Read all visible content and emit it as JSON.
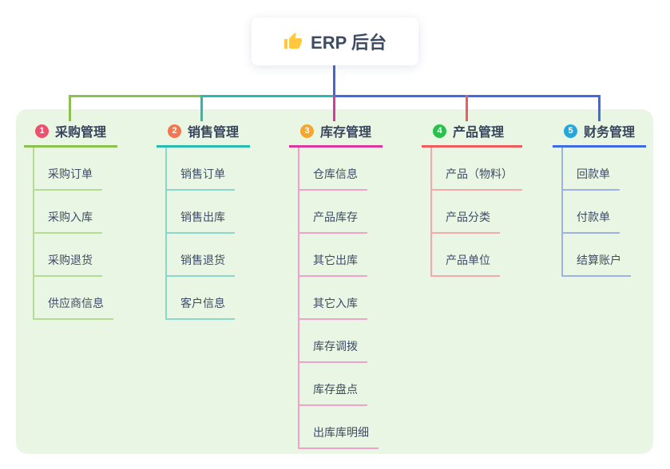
{
  "root": {
    "title": "ERP 后台",
    "icon": "thumbs-up-icon",
    "icon_color": "#FFC83D",
    "text_color": "#3d4c63"
  },
  "panel": {
    "background": "#eaf6e4"
  },
  "connector": {
    "root_drop_color": "#4a63d4"
  },
  "branches": [
    {
      "index": "1",
      "title": "采购管理",
      "badge_color": "#f0506e",
      "line_color": "#8cc152",
      "child_line_color": "#b5dc92",
      "children": [
        "采购订单",
        "采购入库",
        "采购退货",
        "供应商信息"
      ]
    },
    {
      "index": "2",
      "title": "销售管理",
      "badge_color": "#f4764f",
      "line_color": "#2bbbad",
      "child_line_color": "#8ad7ce",
      "children": [
        "销售订单",
        "销售出库",
        "销售退货",
        "客户信息"
      ]
    },
    {
      "index": "3",
      "title": "库存管理",
      "badge_color": "#f5a62e",
      "line_color": "#d9399e",
      "child_line_color": "#f2a0cc",
      "children": [
        "仓库信息",
        "产品库存",
        "其它出库",
        "其它入库",
        "库存调拨",
        "库存盘点",
        "出库库明细"
      ]
    },
    {
      "index": "4",
      "title": "产品管理",
      "badge_color": "#27c24c",
      "line_color": "#ee5d5d",
      "child_line_color": "#f8a8a8",
      "children": [
        "产品（物料）",
        "产品分类",
        "产品单位"
      ]
    },
    {
      "index": "5",
      "title": "财务管理",
      "badge_color": "#23a8dd",
      "line_color": "#4169e1",
      "child_line_color": "#9fb1e8",
      "children": [
        "回款单",
        "付款单",
        "结算账户"
      ]
    }
  ]
}
